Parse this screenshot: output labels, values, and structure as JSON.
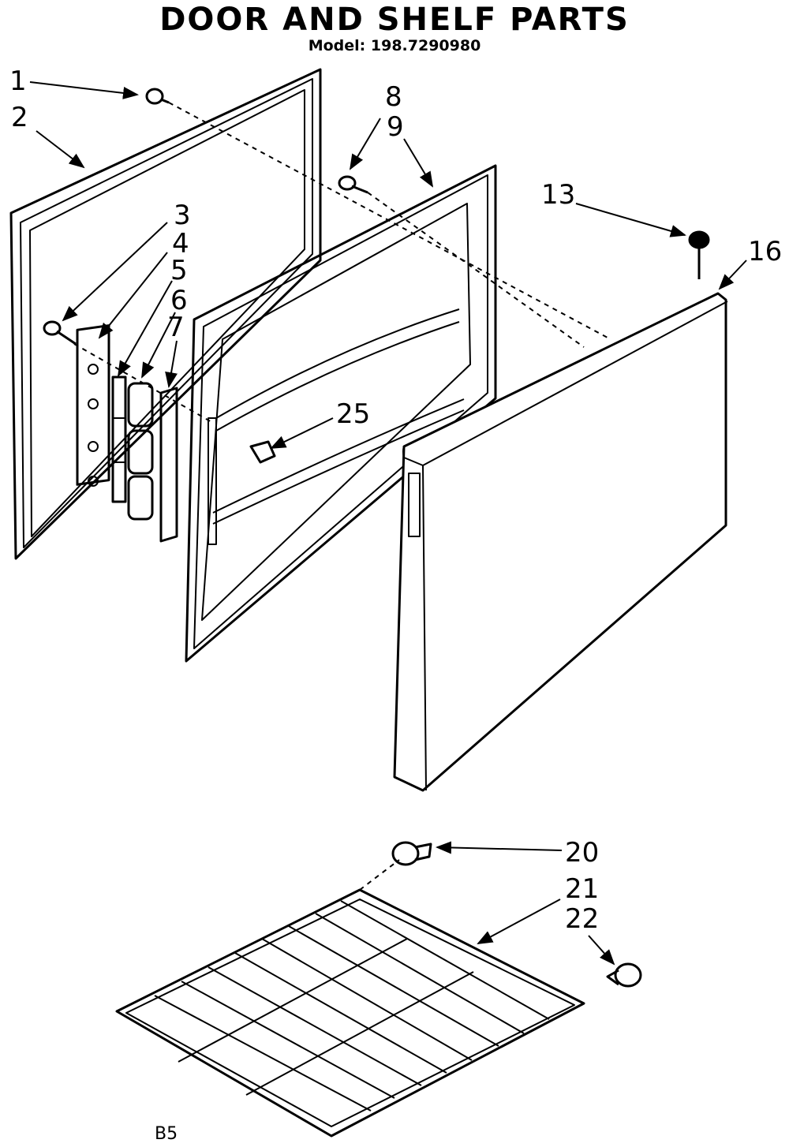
{
  "title": "DOOR AND SHELF PARTS",
  "model": "Model: 198.7290980",
  "callouts": {
    "c1": "1",
    "c2": "2",
    "c3": "3",
    "c4": "4",
    "c5": "5",
    "c6": "6",
    "c7": "7",
    "c8": "8",
    "c9": "9",
    "c13": "13",
    "c16": "16",
    "c25": "25",
    "c20": "20",
    "c21": "21",
    "c22": "22"
  },
  "figure_code": "B5"
}
